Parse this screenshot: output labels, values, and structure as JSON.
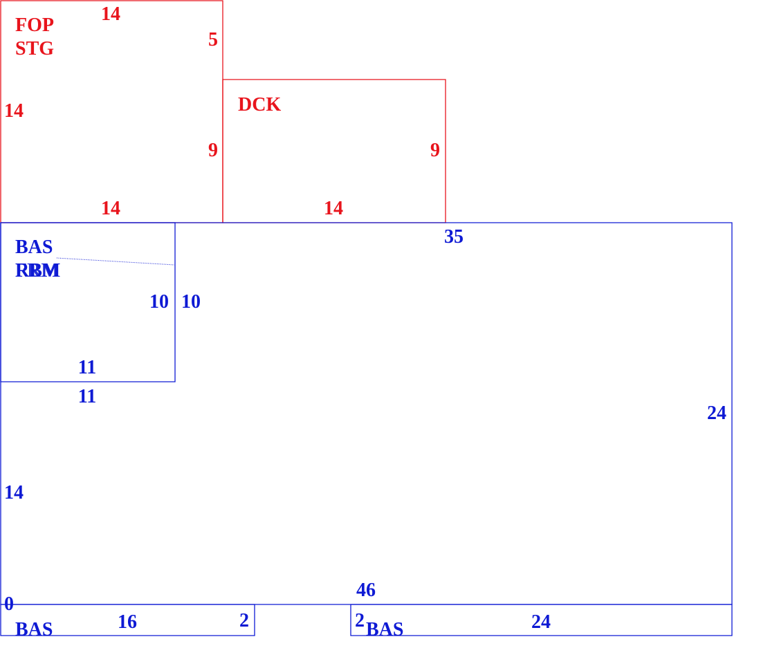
{
  "colors": {
    "upper_level": "#e8141c",
    "base_level": "#0e1ad4"
  },
  "sections": [
    {
      "id": "fop-stg",
      "color_key": "upper_level",
      "labels": [
        "FOP",
        "STG"
      ],
      "dimensions": [
        "14",
        "5",
        "14",
        "9",
        "14"
      ]
    },
    {
      "id": "dck",
      "color_key": "upper_level",
      "labels": [
        "DCK"
      ],
      "dimensions": [
        "9",
        "9",
        "14"
      ]
    },
    {
      "id": "bas-rbm-main",
      "color_key": "base_level",
      "labels": [
        "BAS",
        "RBM",
        "FRM"
      ],
      "dimensions": [
        "10",
        "10",
        "11",
        "11"
      ]
    },
    {
      "id": "bas-main",
      "color_key": "base_level",
      "labels": [],
      "dimensions": [
        "35",
        "24",
        "14",
        "46",
        "0"
      ]
    },
    {
      "id": "bas-bottom-left",
      "color_key": "base_level",
      "labels": [
        "BAS"
      ],
      "dimensions": [
        "16",
        "2"
      ]
    },
    {
      "id": "bas-bottom-right",
      "color_key": "base_level",
      "labels": [
        "BAS"
      ],
      "dimensions": [
        "2",
        "24"
      ]
    }
  ]
}
